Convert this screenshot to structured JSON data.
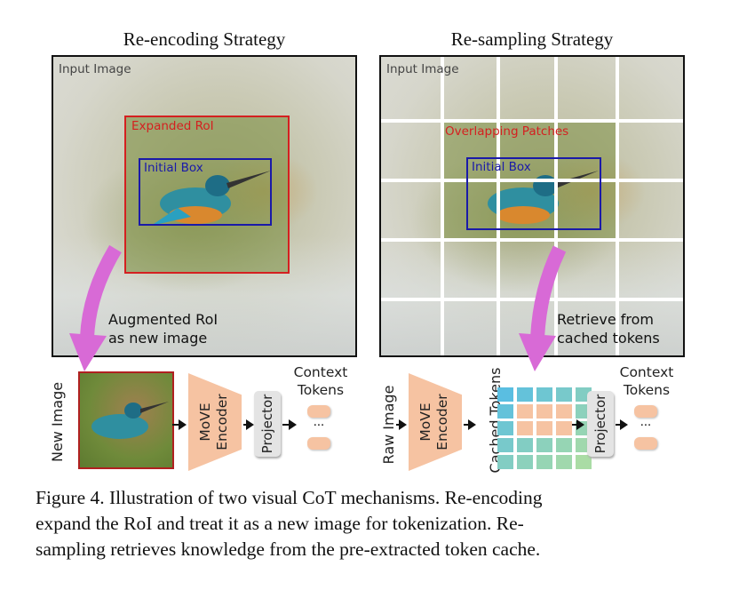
{
  "left_panel": {
    "title": "Re-encoding Strategy",
    "input_label": "Input Image",
    "expanded_label": "Expanded RoI",
    "initial_label": "Initial Box",
    "augmented_label_line1": "Augmented RoI",
    "augmented_label_line2": "as new image"
  },
  "right_panel": {
    "title": "Re-sampling Strategy",
    "input_label": "Input Image",
    "patches_label": "Overlapping Patches",
    "initial_label": "Initial Box",
    "retrieve_line1": "Retrieve from",
    "retrieve_line2": "cached tokens"
  },
  "left_pipeline": {
    "input_label": "New Image",
    "encoder_line1": "MoVE",
    "encoder_line2": "Encoder",
    "projector": "Projector",
    "context_line1": "Context",
    "context_line2": "Tokens",
    "ellipsis": "..."
  },
  "right_pipeline": {
    "input_label": "Raw Image",
    "encoder_line1": "MoVE",
    "encoder_line2": "Encoder",
    "cached_label": "Cached Tokens",
    "projector": "Projector",
    "context_line1": "Context",
    "context_line2": "Tokens",
    "ellipsis": "..."
  },
  "cached_grid": {
    "rows": 5,
    "cols": 5,
    "selected": [
      [
        1,
        1
      ],
      [
        1,
        2
      ],
      [
        1,
        3
      ],
      [
        2,
        1
      ],
      [
        2,
        2
      ],
      [
        2,
        3
      ]
    ]
  },
  "colors": {
    "red_box": "#d42020",
    "blue_box": "#1a1aa8",
    "arrow_magenta": "#d86ad6",
    "token_orange": "#f6c3a2"
  },
  "caption": {
    "line1": "Figure 4. Illustration of two visual CoT mechanisms. Re-encoding",
    "line2": "expand the RoI and treat it as a new image for tokenization. Re-",
    "line3": "sampling retrieves knowledge from the pre-extracted token cache."
  }
}
